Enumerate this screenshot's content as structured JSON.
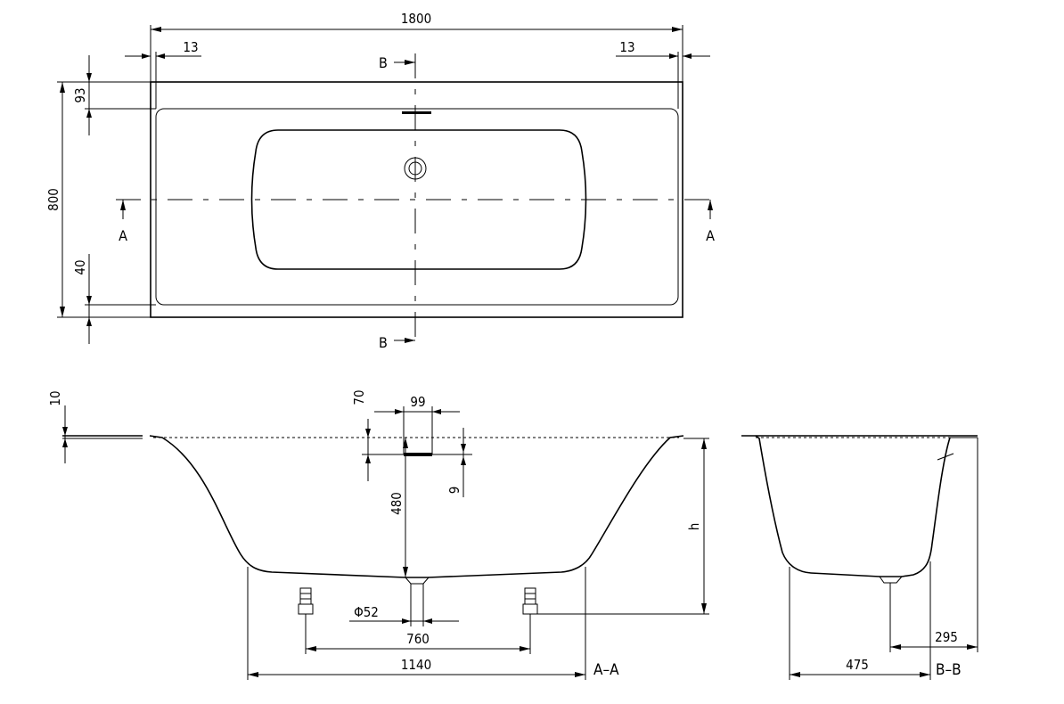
{
  "top_view": {
    "length": "1800",
    "left_edge": "13",
    "right_edge": "13",
    "depth": "800",
    "top_rim": "93",
    "bottom_rim": "40",
    "section_a_left": "A",
    "section_a_right": "A",
    "section_b_top": "B",
    "section_b_bottom": "B"
  },
  "section_a": {
    "rim_thickness": "10",
    "overflow_offset": "70",
    "overflow_width": "99",
    "overflow_height": "9",
    "drain_depth": "480",
    "height_label": "h",
    "drain_diameter": "Φ52",
    "feet_spacing": "760",
    "base_length": "1140",
    "label": "A–A"
  },
  "section_b": {
    "drain_offset": "295",
    "base_width": "475",
    "label": "B–B"
  }
}
